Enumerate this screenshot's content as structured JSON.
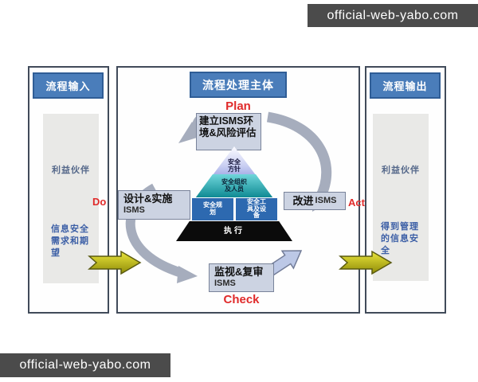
{
  "watermarks": {
    "top": "official-web-yabo.com",
    "bottom": "official-web-yabo.com"
  },
  "panels": {
    "input": {
      "title": "流程输入",
      "stakeholder": "利益伙伴",
      "content": "信息安全需求和期望"
    },
    "process": {
      "title": "流程处理主体",
      "labels": {
        "plan": "Plan",
        "do": "Do",
        "check": "Check",
        "act": "Act"
      },
      "plan_box": {
        "text": "建立ISMS环境&风险评估"
      },
      "do_box": {
        "line1": "设计&实施",
        "line2": "ISMS"
      },
      "act_box": {
        "bold": "改进",
        "rest": "ISMS"
      },
      "check_box": {
        "line1": "监视&复审",
        "line2": "ISMS"
      },
      "pyramid": {
        "level1": "安全方针",
        "level2": "安全组织及人员",
        "level3_left": "安全规划",
        "level3_right": "安全工具及设备",
        "level4": "执行"
      }
    },
    "output": {
      "title": "流程输出",
      "stakeholder": "利益伙伴",
      "content": "得到管理的信息安全"
    }
  },
  "colors": {
    "header_blue": "#4a7dba",
    "header_border": "#2f5d96",
    "panel_border": "#414b5a",
    "red_label": "#e02a2a",
    "process_box": "#ccd3e2",
    "gray_arrow": "#a6adbd",
    "blue_arrow": "#bcc8e6",
    "yellow_arrow": "#d8d32f",
    "pyramid_teal": "#129098",
    "pyramid_blue": "#2d69b0",
    "pyramid_black": "#0b0b0b",
    "watermark_bar": "#4b4b4b",
    "inner_gray_box": "#e9e9e7"
  }
}
